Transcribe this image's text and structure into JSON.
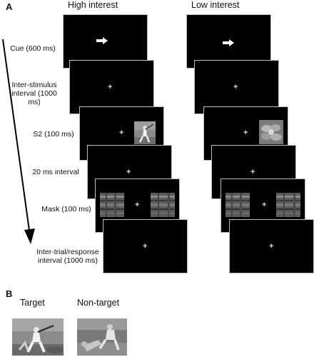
{
  "panel_a": {
    "letter": "A",
    "columns": [
      "High interest",
      "Low interest"
    ],
    "steps": [
      "Cue (600 ms)",
      "Inter-stimulus interval (1000 ms)",
      "S2 (100 ms)",
      "20 ms interval",
      "Mask (100 ms)",
      "Inter-trial/response interval (1000 ms)"
    ],
    "fixation_symbol": "+",
    "icons": {
      "cue": "right-arrow-icon",
      "high_interest_stimulus": "baseball-batter-photo",
      "low_interest_stimulus": "flower-photo",
      "mask": "noise-mask-image"
    }
  },
  "panel_b": {
    "letter": "B",
    "labels": [
      "Target",
      "Non-target"
    ],
    "icons": {
      "target": "baseball-batter-photo",
      "non_target": "baseball-slide-photo"
    }
  },
  "colors": {
    "screen_background": "#000000",
    "screen_border": "#bfbfbf",
    "fixation": "#dddddd"
  }
}
